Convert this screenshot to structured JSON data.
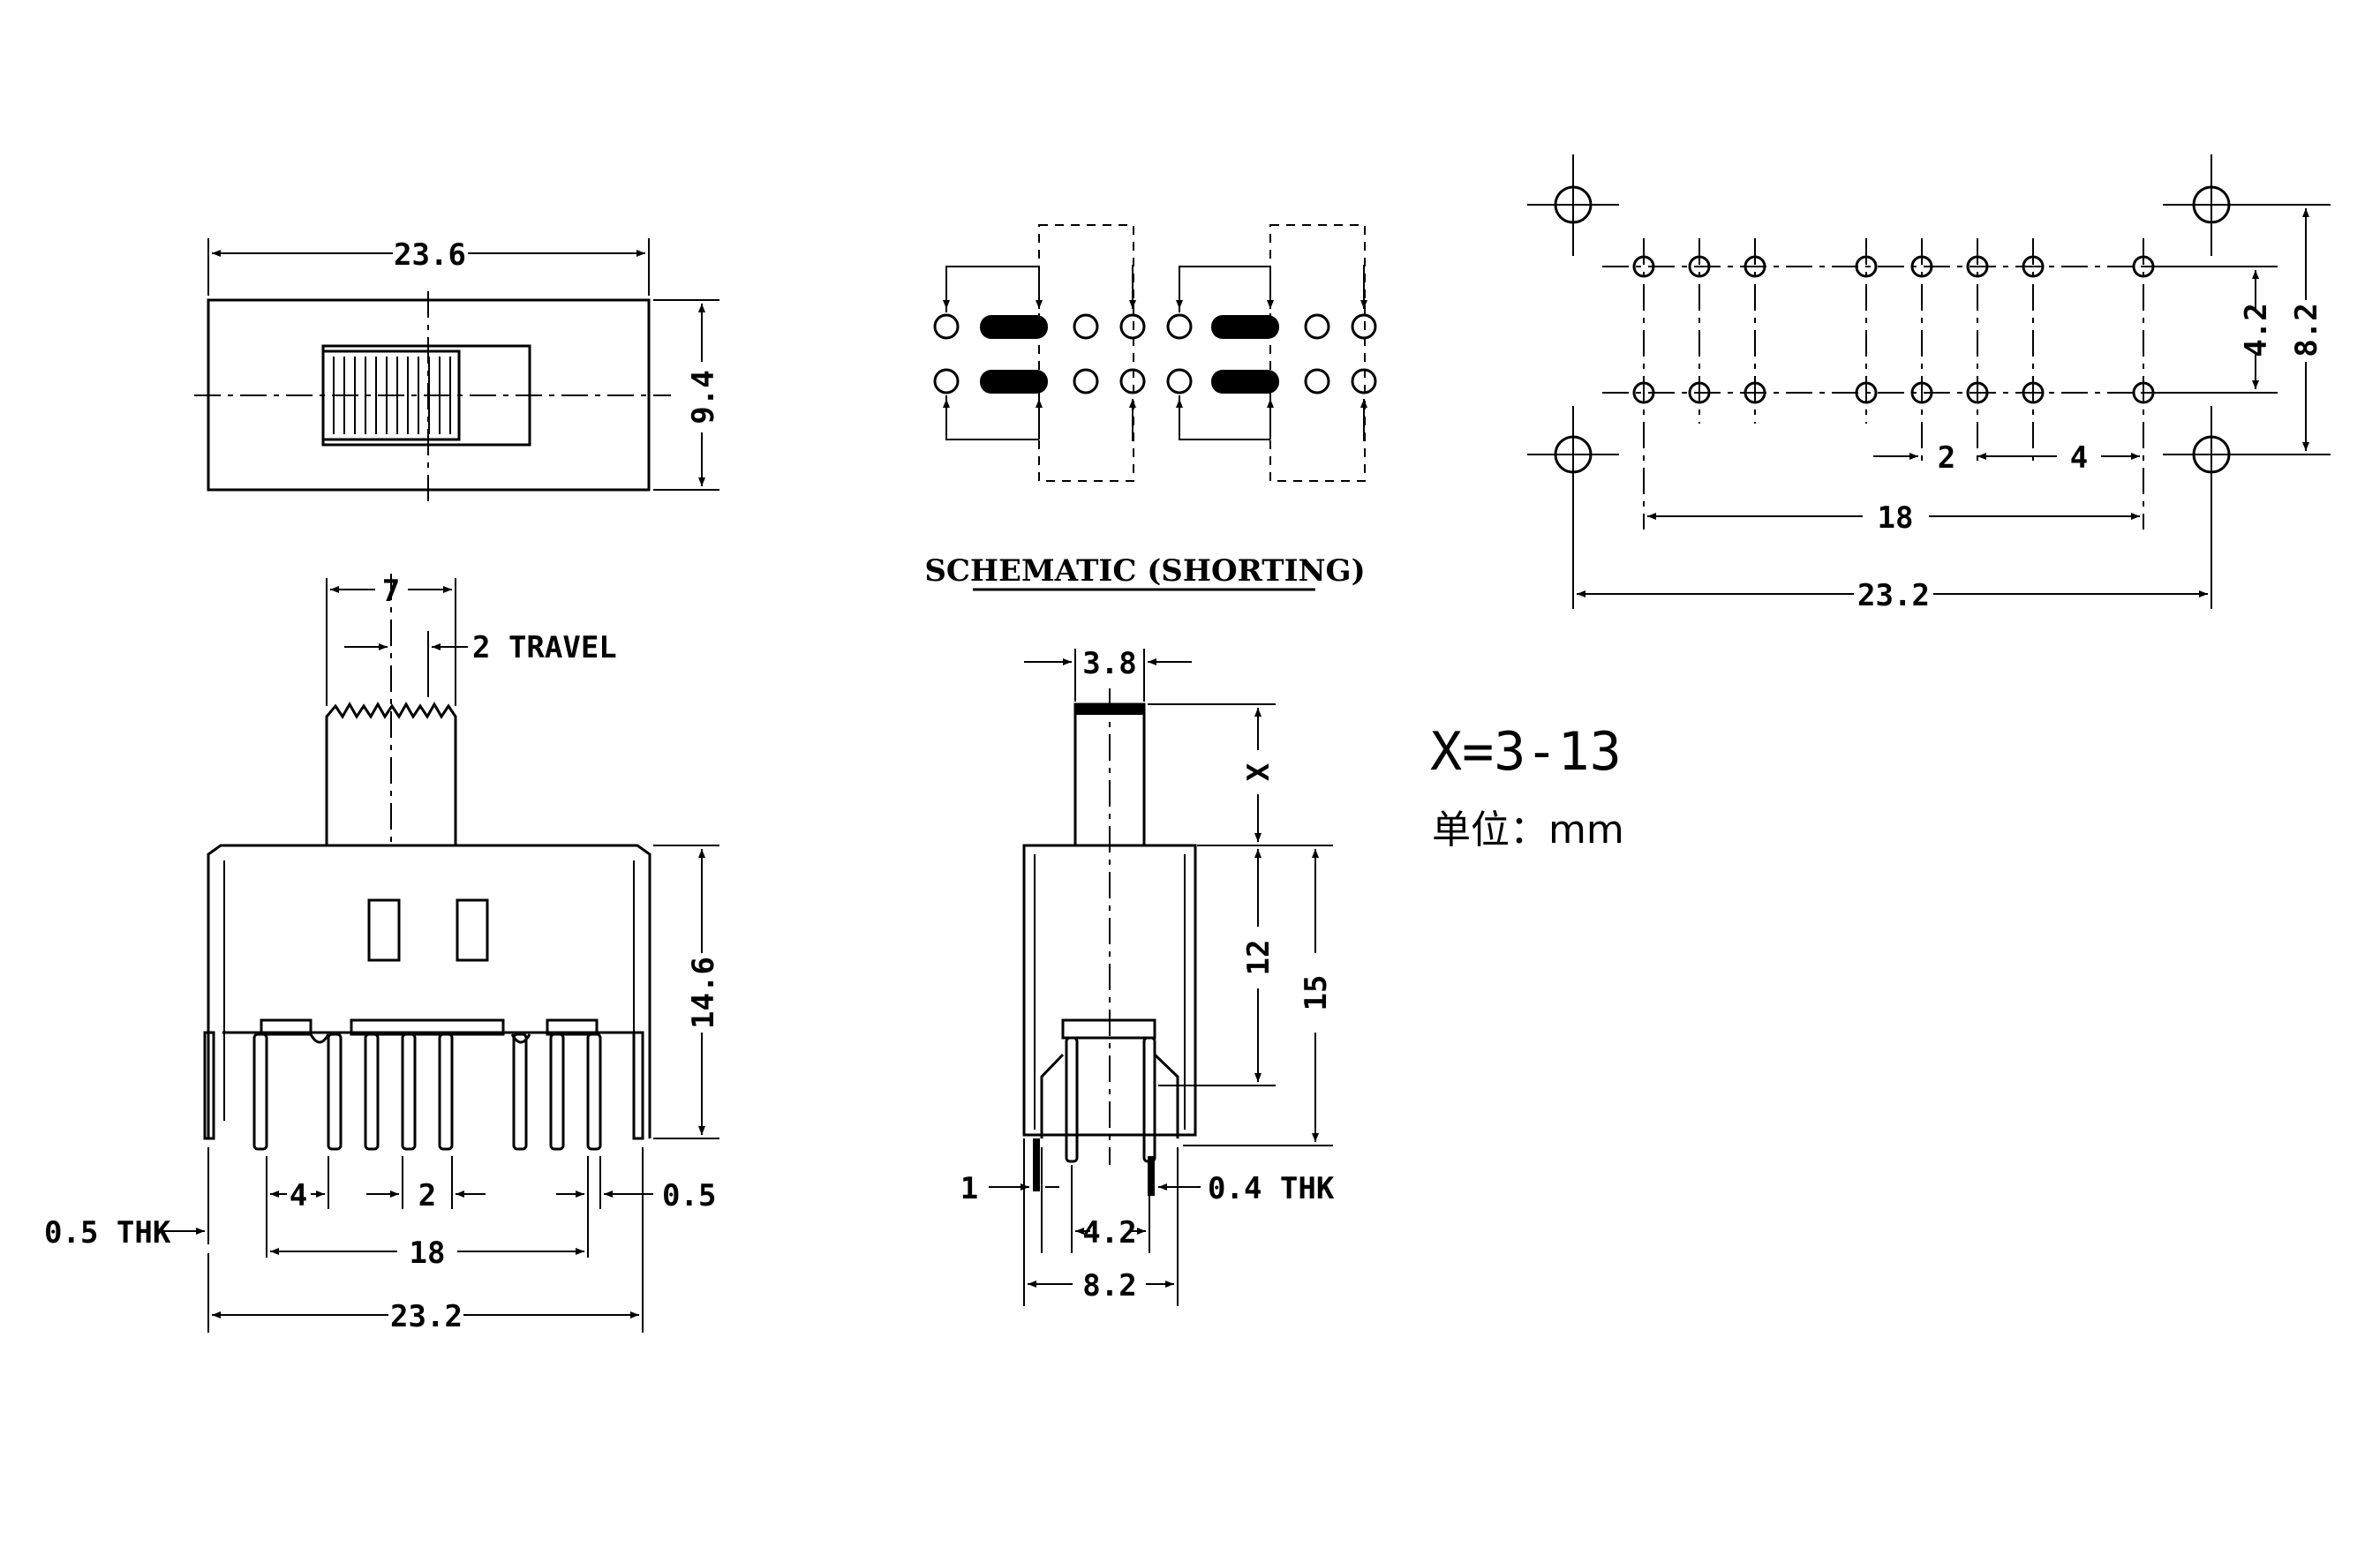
{
  "top_view": {
    "width": "23.6",
    "height": "9.4"
  },
  "schematic": {
    "caption": "SCHEMATIC (SHORTING)"
  },
  "pcb_layout": {
    "height_outer": "8.2",
    "height_inner": "4.2",
    "pitch_a": "2",
    "pitch_b": "4",
    "span_inner": "18",
    "span_outer": "23.2"
  },
  "front_view": {
    "knob_width": "7",
    "travel": "2 TRAVEL",
    "body_height": "14.6",
    "pin_pitch_a": "4",
    "pin_pitch_b": "2",
    "pin_width": "0.5",
    "thickness": "0.5 THK",
    "span_inner": "18",
    "span_outer": "23.2"
  },
  "side_view": {
    "knob_width": "3.8",
    "knob_height": "X",
    "body_height": "12",
    "total_height": "15",
    "pin_offset": "1",
    "thickness": "0.4 THK",
    "pin_span": "4.2",
    "body_width": "8.2"
  },
  "notes": {
    "x_range": "X=3-13",
    "unit": "单位：mm"
  }
}
